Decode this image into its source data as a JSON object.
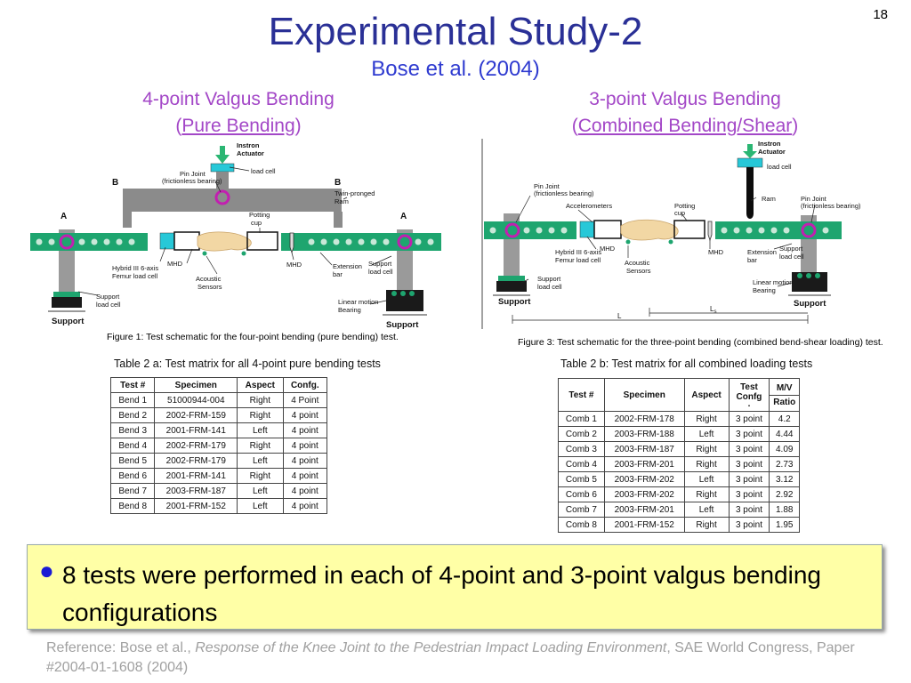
{
  "slide": {
    "number": "18",
    "title": "Experimental Study-2",
    "subtitle": "Bose et al. (2004)"
  },
  "left": {
    "heading_line1": "4-point Valgus Bending",
    "heading_open": "(",
    "heading_link": "Pure Bending",
    "heading_close": ")",
    "figure": {
      "caption": "Figure 1: Test schematic for the four-point bending (pure bending) test.",
      "labels": {
        "instron": "Instron",
        "actuator": "Actuator",
        "load_cell": "load cell",
        "pin_joint": "Pin Joint",
        "frictionless": "(frictionless bearing)",
        "b_left": "B",
        "b_right": "B",
        "a_left": "A",
        "a_right": "A",
        "twin_pronged": "Twin-pronged",
        "ram": "Ram",
        "potting": "Potting",
        "cup": "cup",
        "hybrid_1": "Hybrid III 6-axis",
        "hybrid_2": "Femur load cell",
        "mhd_left": "MHD",
        "mhd_right": "MHD",
        "acoustic_1": "Acoustic",
        "acoustic_2": "Sensors",
        "extension_1": "Extension",
        "extension_2": "bar",
        "support_lc_1": "Support",
        "support_lc_2": "load cell",
        "support_lc_r1": "Support",
        "support_lc_r2": "load cell",
        "linear_1": "Linear motion",
        "linear_2": "Bearing",
        "support_left": "Support",
        "support_right": "Support"
      }
    },
    "table": {
      "title": "Table 2 a: Test matrix for all 4-point pure bending tests",
      "headers": [
        "Test #",
        "Specimen",
        "Aspect",
        "Confg."
      ],
      "rows": [
        [
          "Bend 1",
          "51000944-004",
          "Right",
          "4 Point"
        ],
        [
          "Bend 2",
          "2002-FRM-159",
          "Right",
          "4 point"
        ],
        [
          "Bend 3",
          "2001-FRM-141",
          "Left",
          "4 point"
        ],
        [
          "Bend 4",
          "2002-FRM-179",
          "Right",
          "4 point"
        ],
        [
          "Bend 5",
          "2002-FRM-179",
          "Left",
          "4 point"
        ],
        [
          "Bend 6",
          "2001-FRM-141",
          "Right",
          "4 point"
        ],
        [
          "Bend 7",
          "2003-FRM-187",
          "Left",
          "4 point"
        ],
        [
          "Bend 8",
          "2001-FRM-152",
          "Left",
          "4 point"
        ]
      ]
    }
  },
  "right": {
    "heading_line1": "3-point Valgus Bending",
    "heading_open": "(",
    "heading_link": "Combined Bending/Shear",
    "heading_close": ")",
    "figure": {
      "caption": "Figure 3: Test schematic for the three-point bending (combined bend-shear loading) test.",
      "labels": {
        "instron": "Instron",
        "actuator": "Actuator",
        "load_cell": "load cell",
        "ram": "Ram",
        "pin_joint_l": "Pin Joint",
        "frictionless_l": "(frictionless bearing)",
        "pin_joint_r": "Pin Joint",
        "frictionless_r": "(frictionless bearing)",
        "accelerometers": "Accelerometers",
        "potting": "Potting",
        "cup": "cup",
        "hybrid_1": "Hybrid III 6-axis",
        "hybrid_2": "Femur load cell",
        "mhd_left": "MHD",
        "mhd_right": "MHD",
        "acoustic_1": "Acoustic",
        "acoustic_2": "Sensors",
        "extension_1": "Extension",
        "extension_2": "bar",
        "support_lc_1": "Support",
        "support_lc_2": "load cell",
        "support_lc_r1": "Support",
        "support_lc_r2": "load cell",
        "linear_1": "Linear motion",
        "linear_2": "Bearing",
        "support_left": "Support",
        "support_right": "Support",
        "dim_l": "L",
        "dim_ls": "L",
        "dim_ls_sub": "s"
      }
    },
    "table": {
      "title": "Table 2 b: Test matrix for all combined loading tests",
      "headers": [
        "Test #",
        "Specimen",
        "Aspect",
        "Test Confg",
        "M/V Ratio"
      ],
      "header_test_line1": "Test",
      "header_test_line2": "Confg",
      "header_test_line3": ".",
      "header_mv_line1": "M/V",
      "header_mv_line2": "Ratio",
      "rows": [
        [
          "Comb 1",
          "2002-FRM-178",
          "Right",
          "3 point",
          "4.2"
        ],
        [
          "Comb 2",
          "2003-FRM-188",
          "Left",
          "3 point",
          "4.44"
        ],
        [
          "Comb 3",
          "2003-FRM-187",
          "Right",
          "3 point",
          "4.09"
        ],
        [
          "Comb 4",
          "2003-FRM-201",
          "Right",
          "3 point",
          "2.73"
        ],
        [
          "Comb 5",
          "2003-FRM-202",
          "Left",
          "3 point",
          "3.12"
        ],
        [
          "Comb 6",
          "2003-FRM-202",
          "Right",
          "3 point",
          "2.92"
        ],
        [
          "Comb 7",
          "2003-FRM-201",
          "Left",
          "3 point",
          "1.88"
        ],
        [
          "Comb 8",
          "2001-FRM-152",
          "Right",
          "3 point",
          "1.95"
        ]
      ]
    }
  },
  "bullet": {
    "symbol": "●",
    "text": "8 tests were performed in each of 4-point and 3-point valgus bending configurations"
  },
  "reference": {
    "prefix": "Reference: Bose et al., ",
    "title": "Response of the Knee Joint to the Pedestrian Impact Loading Environment",
    "suffix": ", SAE World Congress, Paper #2004-01-1608 (2004)"
  },
  "colors": {
    "title": "#2a3096",
    "subtitle": "#2f3bd0",
    "heading": "#a347c7",
    "bar_green": "#1ea56f",
    "hole": "#c9e8d8",
    "pin_ring": "#c21fb0",
    "cyan": "#27c8d8",
    "bone": "#f2d7a4",
    "bullet_box": "#ffffa6"
  }
}
